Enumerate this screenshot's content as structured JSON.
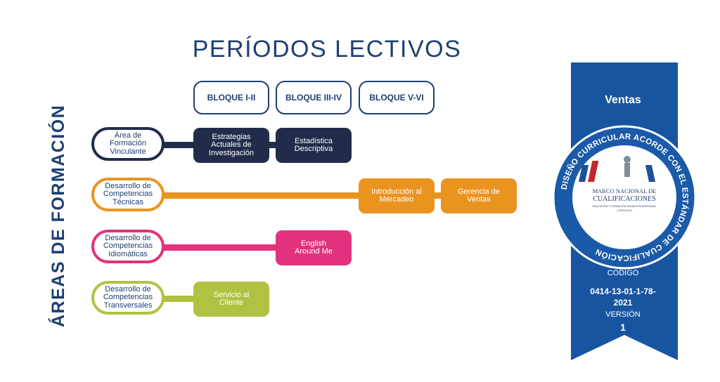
{
  "title": "PERÍODOS LECTIVOS",
  "vertical_title": "ÁREAS DE FORMACIÓN",
  "blocks": [
    "BLOQUE I-II",
    "BLOQUE III-IV",
    "BLOQUE V-VI"
  ],
  "areas": [
    {
      "label": "Área de\nFormación\nVinculante",
      "color": "#222c4a",
      "courses": [
        {
          "label": "Estrategias\nActuales de\nInvestigación",
          "block": 1
        },
        {
          "label": "Estadística\nDescriptiva",
          "block": 2
        }
      ]
    },
    {
      "label": "Desarrollo de\nCompetencias\nTécnicas",
      "color": "#ea9420",
      "courses": [
        {
          "label": "Introducción al\nMercadeo",
          "block": 3
        },
        {
          "label": "Gerencia de\nVentas",
          "block": 4
        }
      ]
    },
    {
      "label": "Desarrollo de\nCompetencias\nIdiomáticas",
      "color": "#e2327d",
      "courses": [
        {
          "label": "English\nAround Me",
          "block": 2
        }
      ]
    },
    {
      "label": "Desarrollo de\nCompetencias\nTransversales",
      "color": "#b1c241",
      "courses": [
        {
          "label": "Servicio al\nCliente",
          "block": 1
        }
      ]
    }
  ],
  "badge": {
    "program": "Ventas",
    "ring_text": "DISEÑO CURRICULAR ACORDE CON EL ESTÁNDAR DE CUALIFICACIÓN",
    "logo_line1": "MARCO NACIONAL DE",
    "logo_line2": "CUALIFICACIONES",
    "logo_line3": "EDUCACIÓN Y FORMACIÓN TÉCNICA PROFESIONAL",
    "logo_line4": "COSTA RICA",
    "code_label": "CODIGO",
    "code": "0414-13-01-1-78-\n2021",
    "version_label": "VERSIÓN",
    "version": "1"
  },
  "colors": {
    "navy": "#1d3f73",
    "ribbon_blue": "#1855a0",
    "ring_blue": "#1a5aa8"
  }
}
